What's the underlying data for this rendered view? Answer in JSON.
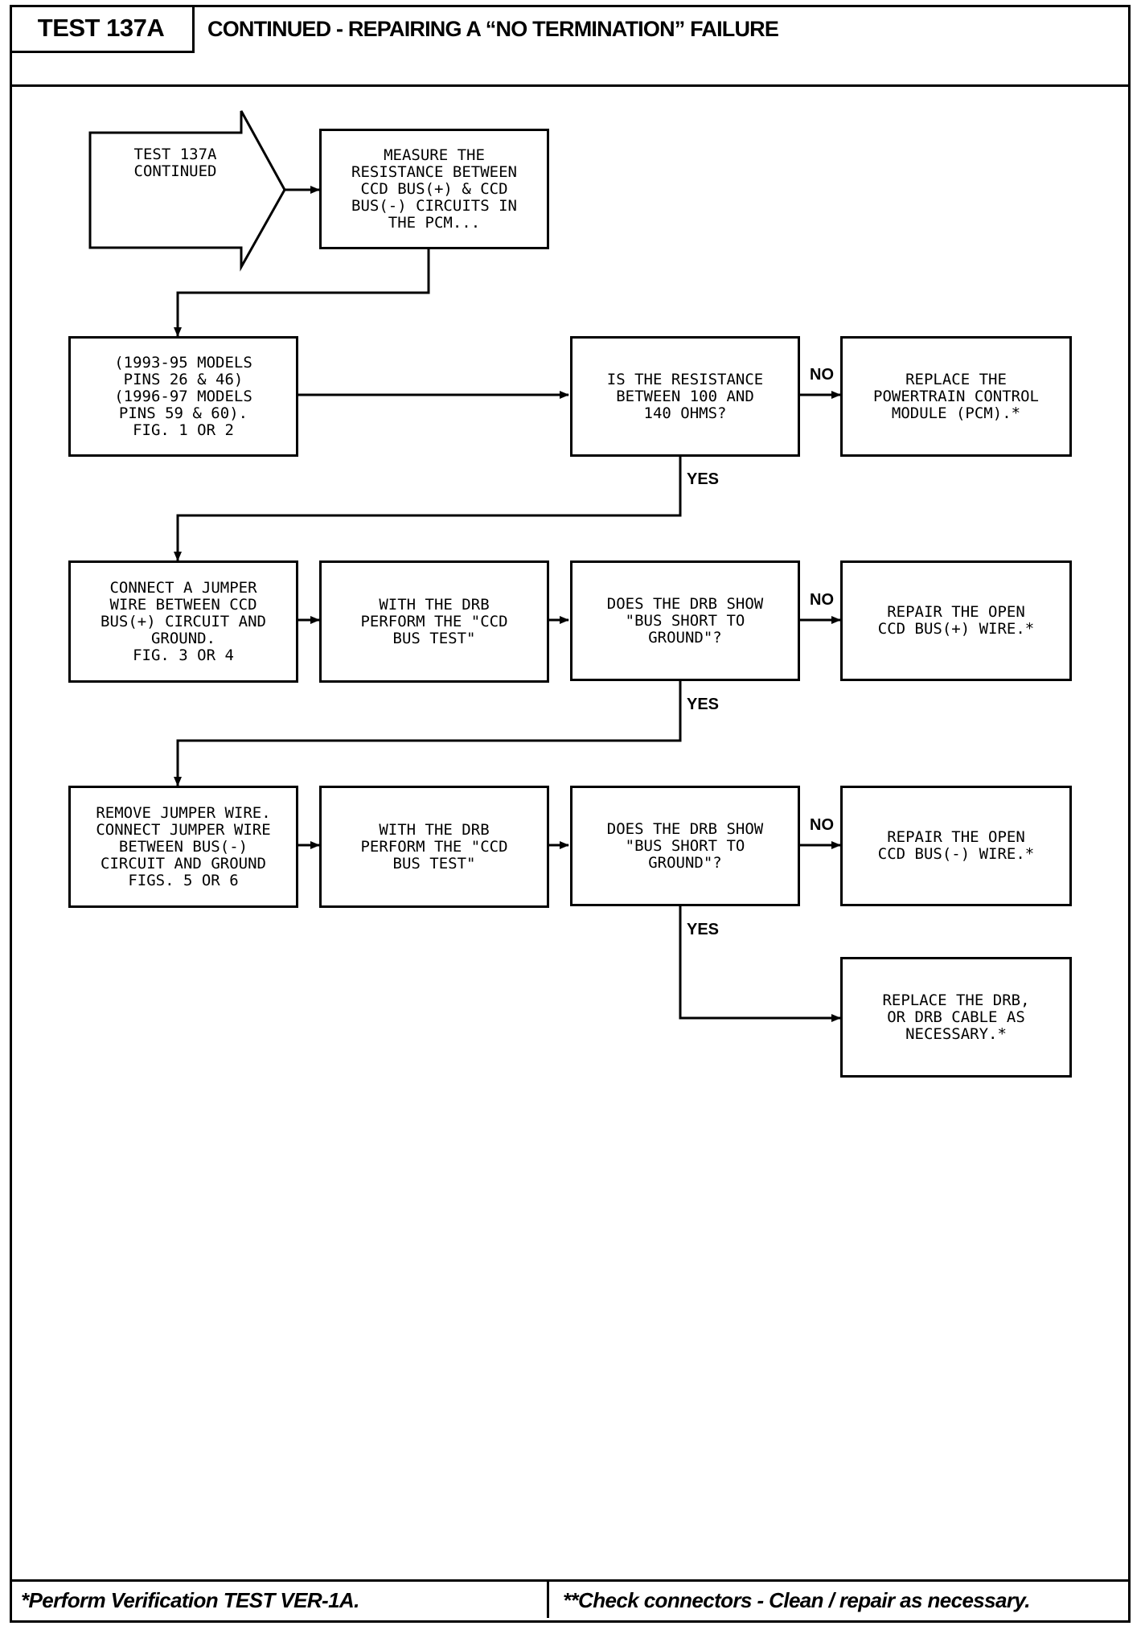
{
  "header": {
    "test_id": "TEST 137A",
    "title": "CONTINUED - REPAIRING A “NO TERMINATION” FAILURE"
  },
  "footer": {
    "left": "*Perform Verification TEST VER-1A.",
    "right": "**Check connectors - Clean / repair as necessary."
  },
  "flow": {
    "start": "TEST 137A\nCONTINUED",
    "measure": "MEASURE THE\nRESISTANCE BETWEEN\nCCD BUS(+) & CCD\nBUS(-) CIRCUITS IN\nTHE PCM...",
    "models": "(1993-95 MODELS\nPINS 26 & 46)\n(1996-97 MODELS\nPINS 59 & 60).\nFIG. 1 OR 2",
    "q_resistance": "IS THE RESISTANCE\nBETWEEN 100 AND\n140 OHMS?",
    "replace_pcm": "REPLACE THE\nPOWERTRAIN CONTROL\nMODULE (PCM).*",
    "connect_jumper": "CONNECT A JUMPER\nWIRE BETWEEN CCD\nBUS(+) CIRCUIT AND\nGROUND.\nFIG. 3 OR 4",
    "drb_test_1": "WITH THE DRB\nPERFORM THE \"CCD\nBUS TEST\"",
    "q_short_1": "DOES THE DRB SHOW\n\"BUS SHORT TO\nGROUND\"?",
    "repair_plus": "REPAIR THE OPEN\nCCD BUS(+) WIRE.*",
    "remove_jumper": "REMOVE JUMPER WIRE.\nCONNECT JUMPER WIRE\nBETWEEN BUS(-)\nCIRCUIT AND GROUND\nFIGS. 5 OR 6",
    "drb_test_2": "WITH THE DRB\nPERFORM THE \"CCD\nBUS TEST\"",
    "q_short_2": "DOES THE DRB SHOW\n\"BUS SHORT TO\nGROUND\"?",
    "repair_minus": "REPAIR THE OPEN\nCCD BUS(-) WIRE.*",
    "replace_drb": "REPLACE THE DRB,\nOR DRB CABLE AS\nNECESSARY.*"
  },
  "labels": {
    "no": "NO",
    "yes": "YES"
  }
}
